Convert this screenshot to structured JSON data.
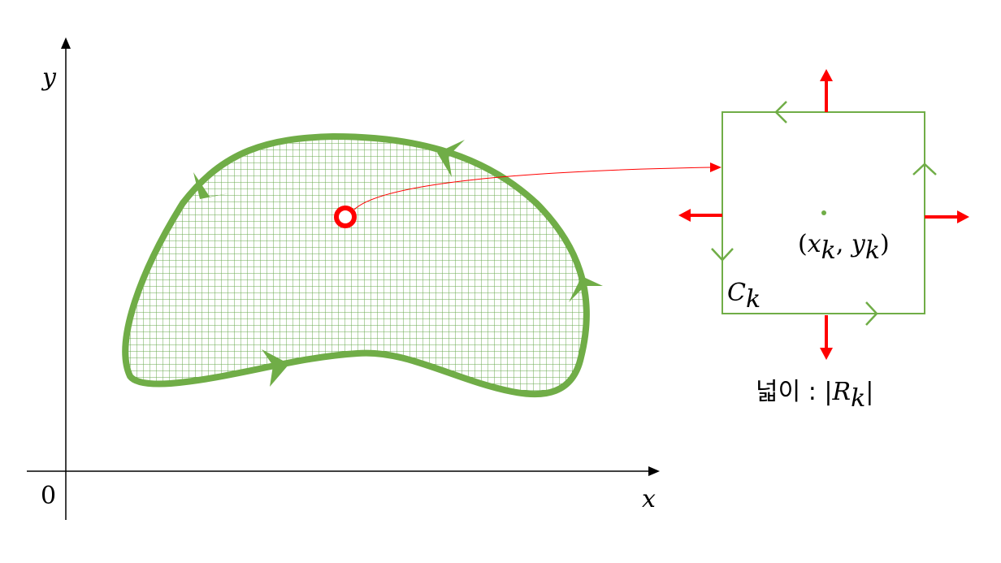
{
  "axes": {
    "x_label": "x",
    "y_label": "y",
    "origin_label": "0"
  },
  "square": {
    "point_x": "x",
    "point_y": "y",
    "subscript": "k",
    "curve_label": "C",
    "area_prefix": "넓이 : |",
    "area_symbol": "R",
    "area_suffix": "|"
  },
  "colors": {
    "region": "#6aa84f",
    "curve": "#70ad47",
    "accent": "#ff0000",
    "axis": "#000000"
  }
}
